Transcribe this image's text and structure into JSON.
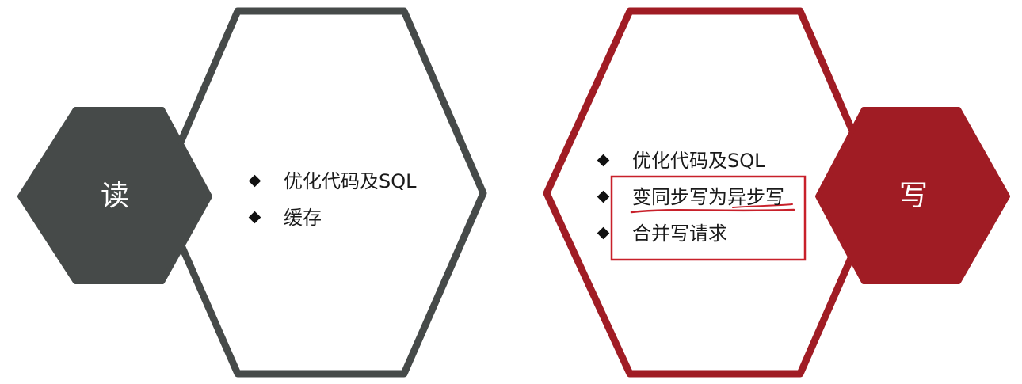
{
  "colors": {
    "read_accent": "#464a49",
    "write_accent": "#a01c24",
    "annotation": "#c8202a"
  },
  "read": {
    "label": "读",
    "items": [
      "优化代码及SQL",
      "缓存"
    ]
  },
  "write": {
    "label": "写",
    "items": [
      "优化代码及SQL",
      "变同步写为异步写",
      "合并写请求"
    ]
  }
}
